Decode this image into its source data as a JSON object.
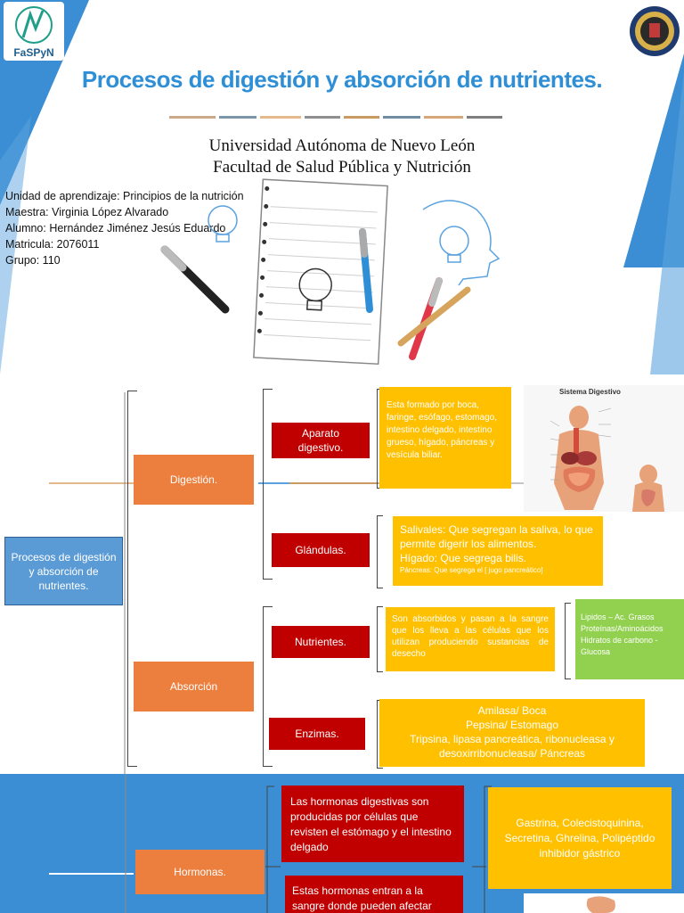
{
  "header": {
    "logo_left_text": "FaSPyN",
    "title": "Procesos de digestión y absorción de nutrientes.",
    "university": "Universidad Autónoma de Nuevo León",
    "faculty": "Facultad de Salud Pública y Nutrición"
  },
  "info": {
    "line1": "Unidad de aprendizaje: Principios de la nutrición",
    "line2": "Maestra: Virginia López Alvarado",
    "line3": "Alumno: Hernández Jiménez Jesús Eduardo",
    "line4": "Matricula: 2076011",
    "line5": "Grupo: 110"
  },
  "map": {
    "root": "Procesos de digestión y absorción de nutrientes.",
    "digestion": "Digestión.",
    "absorcion": "Absorción",
    "hormonas": "Hormonas.",
    "aparato": "Aparato digestivo.",
    "glandulas": "Glándulas.",
    "nutrientes": "Nutrientes.",
    "enzimas": "Enzimas.",
    "aparato_desc": "Esta formado por boca, faringe, esófago, estomago, intestino delgado, intestino grueso, hígado, páncreas y vesícula biliar.",
    "glandulas_desc1": "Salivales: Que segregan la saliva, lo que permite digerir los alimentos.",
    "glandulas_desc2": "Hígado: Que segrega bilis.",
    "glandulas_desc3": "Páncreas: Que segrega el [ jugo pancreático]",
    "nutrientes_desc": "Son absorbidos y pasan a la sangre que los lleva a las células que los utilizan produciendo sustancias de desecho",
    "nutrientes_green": "Lipidos – Ac. Grasos Proteínas/Aminoácidos Hidratos de carbono - Glucosa",
    "enzimas_line1": "Amilasa/ Boca",
    "enzimas_line2": "Pepsina/ Estomago",
    "enzimas_line3": "Tripsina, lipasa pancreática, ribonucleasa y desoxirribonucleasa/ Páncreas",
    "hormonas_desc1": "Las hormonas digestivas son producidas por células que revisten el estómago y el intestino delgado",
    "hormonas_desc2": "Estas hormonas entran a la sangre donde pueden afectar",
    "hormonas_list": "Gastrina, Colecistoquinina, Secretina, Ghrelina, Polipéptido inhibidor gástrico"
  },
  "figure": {
    "title": "Sistema Digestivo"
  }
}
